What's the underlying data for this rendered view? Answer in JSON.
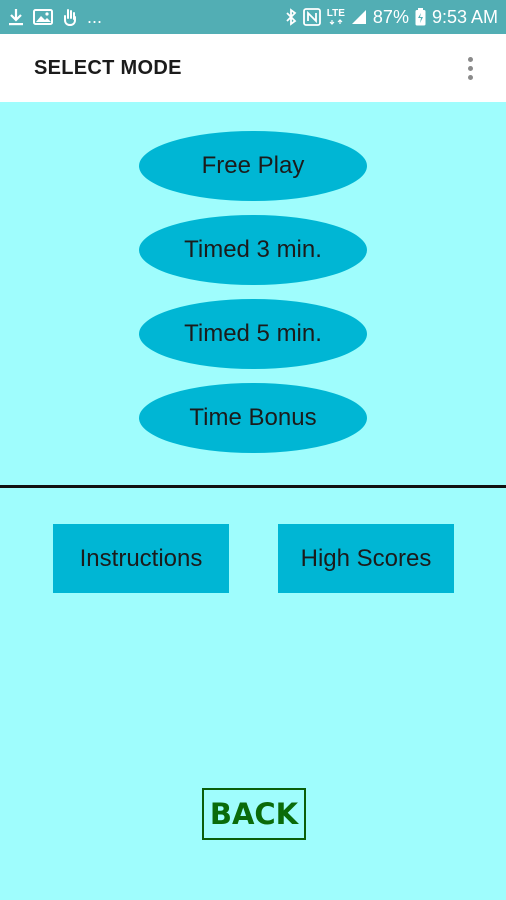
{
  "status_bar": {
    "left_icons": [
      "download-icon",
      "image-icon",
      "hand-icon"
    ],
    "ellipsis": "...",
    "right_icons": [
      "bluetooth-icon",
      "nfc-icon",
      "lte-icon",
      "signal-icon"
    ],
    "lte_label": "LTE",
    "battery": "87%",
    "time": "9:53 AM"
  },
  "app_bar": {
    "title": "SELECT MODE",
    "menu_icon": "overflow-menu-icon"
  },
  "modes": [
    {
      "label": "Free Play"
    },
    {
      "label": "Timed 3 min."
    },
    {
      "label": "Timed 5 min."
    },
    {
      "label": "Time Bonus"
    }
  ],
  "secondary_buttons": {
    "instructions": "Instructions",
    "high_scores": "High Scores"
  },
  "back_button": "BACK",
  "colors": {
    "status_bar": "#52aeb4",
    "background": "#9ffdfd",
    "button": "#00b6d4",
    "back_text": "#0a6b0a"
  }
}
